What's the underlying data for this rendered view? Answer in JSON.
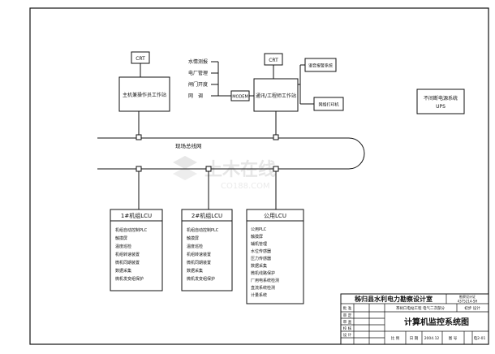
{
  "diagram": {
    "crt_left": "CRT",
    "crt_mid": "CRT",
    "main_station": "主机兼操作员工作站",
    "comm_station": "通讯/工程师工作站",
    "remote_inputs": [
      "水情测报",
      "电厂管理",
      "闸门开度",
      "网　调"
    ],
    "modem": "MODEM",
    "voice_alarm": "语音报警系统",
    "net_printer": "网络打印机",
    "ups": [
      "不间断电源系统",
      "UPS"
    ],
    "bus_label": "现场总线网",
    "watermark": "土木在线",
    "watermark_url": "CO188.COM",
    "lcu1": {
      "title": "1#机组LCU",
      "items": [
        "机组自动控制PLC",
        "触摸屏",
        "温度巡检",
        "机组转速装置",
        "微机同期装置",
        "数据采集",
        "微机发变组保护"
      ]
    },
    "lcu2": {
      "title": "2#机组LCU",
      "items": [
        "机组自动控制PLC",
        "触摸屏",
        "温度巡检",
        "机组转速装置",
        "微机同期装置",
        "数据采集",
        "微机发变组保护"
      ]
    },
    "lcu3": {
      "title": "公用LCU",
      "items": [
        "公用PLC",
        "触摸屏",
        "辅机管理",
        "水位传感器",
        "压力传感器",
        "数据采集",
        "微机线路保护",
        "厂用电系统检测",
        "直流系统检测",
        "计量系统"
      ]
    }
  },
  "title_block": {
    "org": "秭归县水利电力勘察设计室",
    "cert_line1": "勘察设计证",
    "cert_line2": "4375214-SH",
    "project": "茶树口电站工程 电气二次部分",
    "stage": "初步 设计",
    "drawing_title": "计算机监控系统图",
    "roles": [
      "批 准",
      "审 定",
      "审 查",
      "校 核",
      "设 计"
    ],
    "scale_label": "比 例",
    "date_label": "日 期",
    "date_value": "2004.12",
    "sheet_label": "图 号",
    "sheet_value": "电2-01"
  }
}
